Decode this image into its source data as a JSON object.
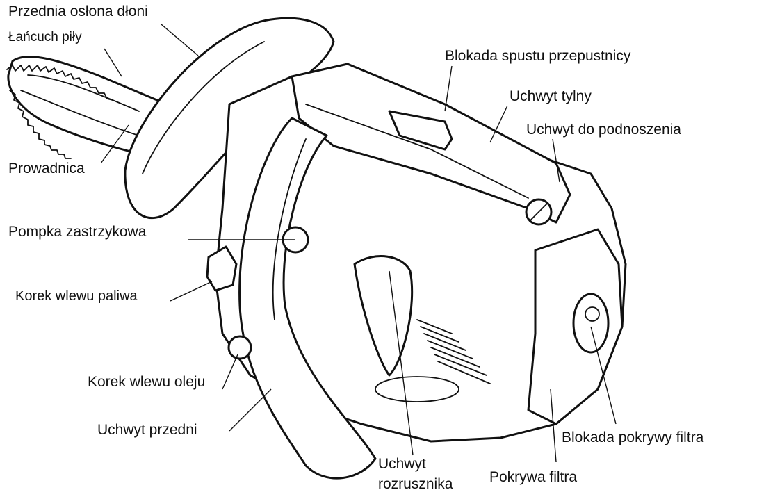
{
  "diagram": {
    "labels": {
      "front_hand_guard": "Przednia osłona dłoni",
      "saw_chain": "Łańcuch piły",
      "guide_bar": "Prowadnica",
      "throttle_trigger_lock": "Blokada spustu przepustnicy",
      "rear_handle": "Uchwyt tylny",
      "lifting_handle": "Uchwyt do podnoszenia",
      "primer_pump": "Pompka zastrzykowa",
      "fuel_cap": "Korek wlewu paliwa",
      "oil_cap": "Korek wlewu oleju",
      "front_handle": "Uchwyt przedni",
      "starter_handle_line1": "Uchwyt",
      "starter_handle_line2": "rozrusznika",
      "filter_cover": "Pokrywa filtra",
      "filter_cover_lock": "Blokada pokrywy filtra"
    }
  }
}
